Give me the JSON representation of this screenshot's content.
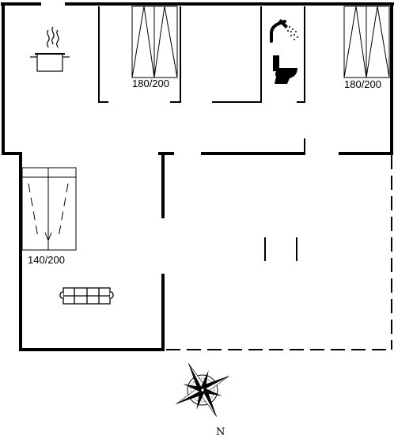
{
  "floorplan": {
    "bed_labels": {
      "top_left_bed": "180/200",
      "top_right_bed": "180/200",
      "left_bed": "140/200"
    },
    "compass": {
      "north_label": "N"
    },
    "icons": [
      "cooking-pot-icon",
      "shower-icon",
      "toilet-icon",
      "double-bed-icon",
      "sofa-icon",
      "compass-rose-icon"
    ]
  }
}
